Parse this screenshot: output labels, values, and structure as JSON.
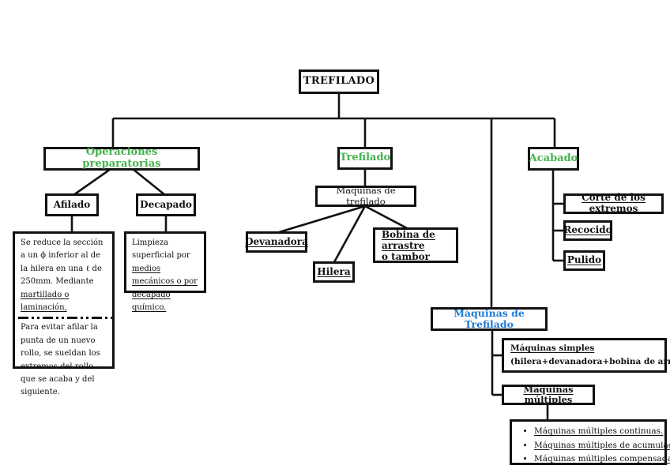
{
  "diagram": {
    "title": "TREFILADO",
    "colors": {
      "accent_green": "#44b24e",
      "accent_blue": "#1f7ad4",
      "line_black": "#111111"
    },
    "prep": {
      "title": "Operaciones preparatorias",
      "afilado": {
        "title": "Afilado",
        "desc_part1_plain": "Se reduce la sección a un ϕ inferior al de la hilera en una ℓ de 250mm. Mediante ",
        "desc_part1_underlined": "martillado o laminación,",
        "desc_part2": "Para evitar afilar la punta de un nuevo rollo, se sueldan los extremos del rollo que se acaba y del siguiente."
      },
      "decapado": {
        "title": "Decapado",
        "desc_plain": "Limpieza superficial por ",
        "desc_underlined": "medios mecánicos o por decapado químico."
      }
    },
    "trefilado": {
      "title": "Trefilado",
      "machines_label": "Máquinas de trefilado",
      "devanadora": "Devanadora",
      "hilera": "Hilera",
      "bobina_line1": "Bobina de arrastre",
      "bobina_line2": "o tambor"
    },
    "acabado": {
      "title": "Acabado",
      "steps": [
        "Corte de los extremos",
        "Recocido",
        "Pulido"
      ]
    },
    "machines": {
      "title": "Máquinas de Trefilado",
      "simple_title": "Máquinas simples",
      "simple_detail": "(hilera+devanadora+bobina de arrastre)",
      "multiple_title": "Máquinas múltiples",
      "multiple_types": [
        "Máquinas múltiples continuas.",
        "Máquinas múltiples de acumulación.",
        "Máquinas múltiples compensadas."
      ]
    }
  }
}
